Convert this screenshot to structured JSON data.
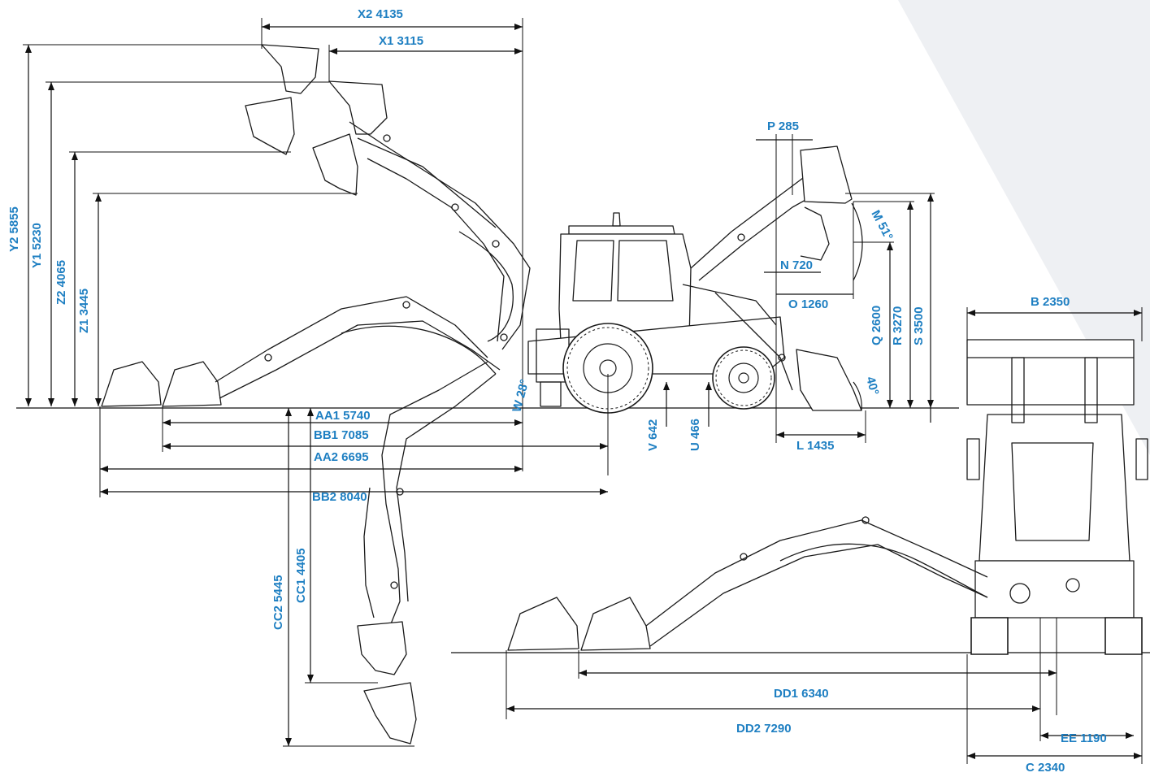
{
  "colors": {
    "label": "#1e7fc2",
    "line": "#111111",
    "wedge": "#eef0f3"
  },
  "dimensions": {
    "X2": "X2 4135",
    "X1": "X1 3115",
    "Y2": "Y2 5855",
    "Y1": "Y1 5230",
    "Z2": "Z2 4065",
    "Z1": "Z1 3445",
    "P": "P 285",
    "N": "N 720",
    "O": "O 1260",
    "M": "M 51°",
    "Q": "Q 2600",
    "R": "R 3270",
    "S": "S 3500",
    "B": "B 2350",
    "L": "L 1435",
    "W": "W 28°",
    "V": "V 642",
    "U": "U 466",
    "angle40": "40°",
    "AA1": "AA1 5740",
    "BB1": "BB1 7085",
    "AA2": "AA2 6695",
    "BB2": "BB2 8040",
    "CC1": "CC1 4405",
    "CC2": "CC2 5445",
    "DD1": "DD1 6340",
    "DD2": "DD2 7290",
    "EE": "EE 1190",
    "C": "C 2340"
  }
}
